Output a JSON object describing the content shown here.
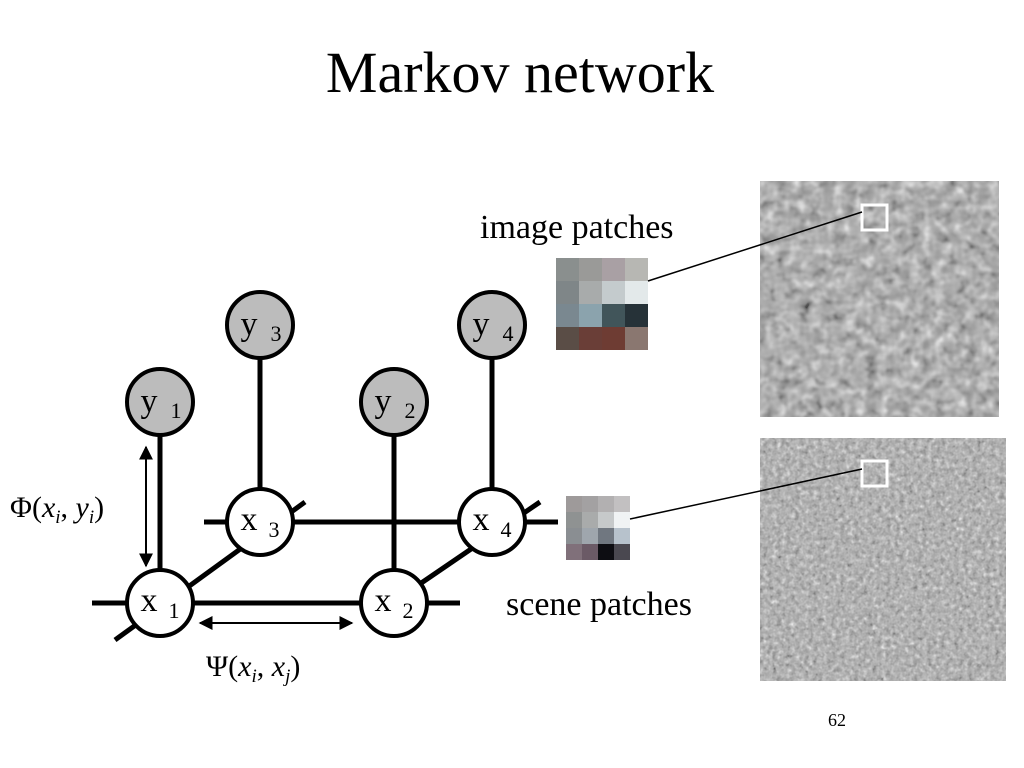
{
  "title": "Markov network",
  "labels": {
    "image_patches": "image patches",
    "scene_patches": "scene patches"
  },
  "page_number": "62",
  "nodes": {
    "y1": {
      "base": "y",
      "sub": "1"
    },
    "y2": {
      "base": "y",
      "sub": "2"
    },
    "y3": {
      "base": "y",
      "sub": "3"
    },
    "y4": {
      "base": "y",
      "sub": "4"
    },
    "x1": {
      "base": "x",
      "sub": "1"
    },
    "x2": {
      "base": "x",
      "sub": "2"
    },
    "x3": {
      "base": "x",
      "sub": "3"
    },
    "x4": {
      "base": "x",
      "sub": "4"
    }
  },
  "equations": {
    "phi": {
      "symbol": "Φ",
      "open": "(",
      "a": "x",
      "a_sub": "i",
      "sep": ", ",
      "b": "y",
      "b_sub": "i",
      "close": ")"
    },
    "psi": {
      "symbol": "Ψ",
      "open": "(",
      "a": "x",
      "a_sub": "i",
      "sep": ", ",
      "b": "x",
      "b_sub": "j",
      "close": ")"
    }
  },
  "colors": {
    "observed_node_fill": "#bcbcbc",
    "hidden_node_fill": "#ffffff",
    "edge": "#000000"
  }
}
